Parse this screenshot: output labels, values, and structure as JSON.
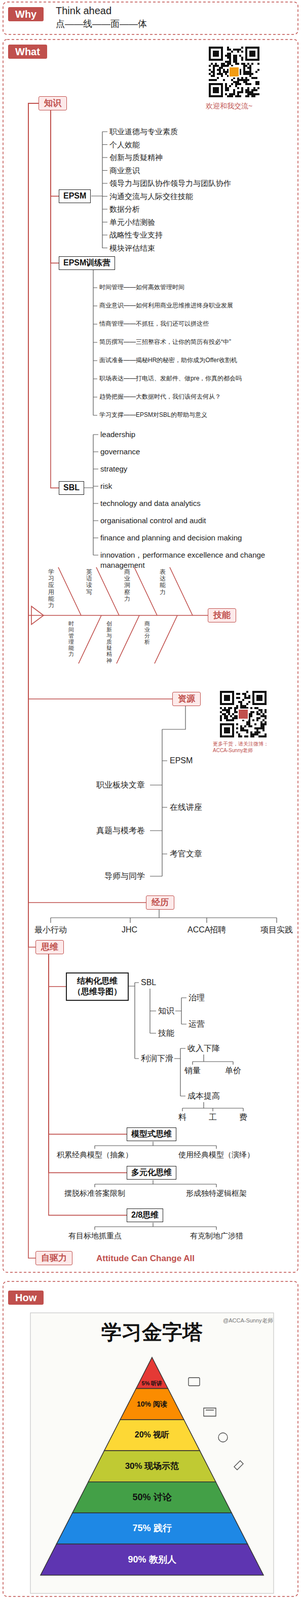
{
  "diagram": {
    "nodes": [
      {
        "text": [
          "Why"
        ]
      },
      {
        "text": [
          "What"
        ]
      },
      {
        "text": [
          "知识"
        ]
      },
      {
        "text": [
          "EPSM"
        ]
      },
      {
        "text": [
          "EPSM训练营"
        ]
      },
      {
        "text": [
          "SBL"
        ]
      },
      {
        "text": [
          "技能"
        ]
      },
      {
        "text": [
          "资源"
        ]
      },
      {
        "text": [
          "经历"
        ]
      },
      {
        "text": [
          "思维"
        ]
      },
      {
        "text": [
          "结构化思维 （思维导图）"
        ]
      },
      {
        "text": [
          "模型式思维"
        ]
      },
      {
        "text": [
          "多元化思维"
        ]
      },
      {
        "text": [
          "2/8思维"
        ]
      },
      {
        "text": [
          "自驱力"
        ]
      },
      {
        "text": [
          "How"
        ]
      }
    ],
    "edges": [
      {
        "from": 2,
        "to": 3,
        "arrow": "none"
      },
      {
        "from": 2,
        "to": 4,
        "arrow": "none"
      },
      {
        "from": 2,
        "to": 5,
        "arrow": "none"
      },
      {
        "from": 2,
        "to": 6,
        "arrow": "none"
      },
      {
        "from": 2,
        "to": 7,
        "arrow": "none"
      },
      {
        "from": 2,
        "to": 8,
        "arrow": "none"
      },
      {
        "from": 2,
        "to": 9,
        "arrow": "none"
      },
      {
        "from": 2,
        "to": 14,
        "arrow": "none"
      },
      {
        "from": 9,
        "to": 10,
        "arrow": "none"
      },
      {
        "from": 9,
        "to": 11,
        "arrow": "none"
      },
      {
        "from": 9,
        "to": 12,
        "arrow": "none"
      },
      {
        "from": 9,
        "to": 13,
        "arrow": "none"
      }
    ],
    "labels": [
      "Think ahead",
      "点——线——面——体",
      "欢迎和我交流~",
      "职业道德与专业素质",
      "个人效能",
      "创新与质疑精神",
      "商业意识",
      "领导力与团队协作领导力与团队协作",
      "沟通交流与人际交往技能",
      "数据分析",
      "单元小结测验",
      "战略性专业支持",
      "模块评估结束",
      "时间管理——如何高效管理时间",
      "商业意识——如何利用商业思维推进终身职业发展",
      "情商管理——不抓狂，我们还可以拼这些",
      "简历撰写——三招整容术，让你的简历有投必“中”",
      "面试准备——揭秘HR的秘密，助你成为Offer收割机",
      "职场表达——打电话、发邮件、做pre，你真的都会吗",
      "趋势把握——大数据时代，我们该何去何从？",
      "学习支撑——EPSM对SBL的帮助与意义",
      "leadership",
      "governance",
      "strategy",
      "risk",
      "technology and data analytics",
      "organisational control and audit",
      "finance and planning and decision making",
      "innovation，performance excellence and change management",
      "学习应用能力",
      "英语读写",
      "商业洞察力",
      "表达能力",
      "时间管理能力",
      "创新与质疑精神",
      "商业分析",
      "更多干货，请关注微博： ACCA-Sunny老师",
      "EPSM",
      "职业板块文章",
      "在线讲座",
      "真题与模考卷",
      "考官文章",
      "导师与同学",
      "最小行动",
      "JHC",
      "ACCA招聘",
      "项目实践",
      "SBL",
      "知识",
      "治理",
      "运营",
      "技能",
      "利润下滑",
      "收入下降",
      "销量",
      "单价",
      "成本提高",
      "料",
      "工",
      "费",
      "积累经典模型（抽象）",
      "使用经典模型（演绎）",
      "摆脱标准答案限制",
      "形成独特逻辑框架",
      "有目标地抓重点",
      "有克制地广涉猎",
      "Attitude Can Change All",
      "学习金字塔",
      "@ACCA-Sunny老师",
      "5% 听讲",
      "10% 阅读",
      "20% 视听",
      "30% 现场示范",
      "50% 讨论",
      "75% 践行",
      "90% 教别人"
    ]
  }
}
